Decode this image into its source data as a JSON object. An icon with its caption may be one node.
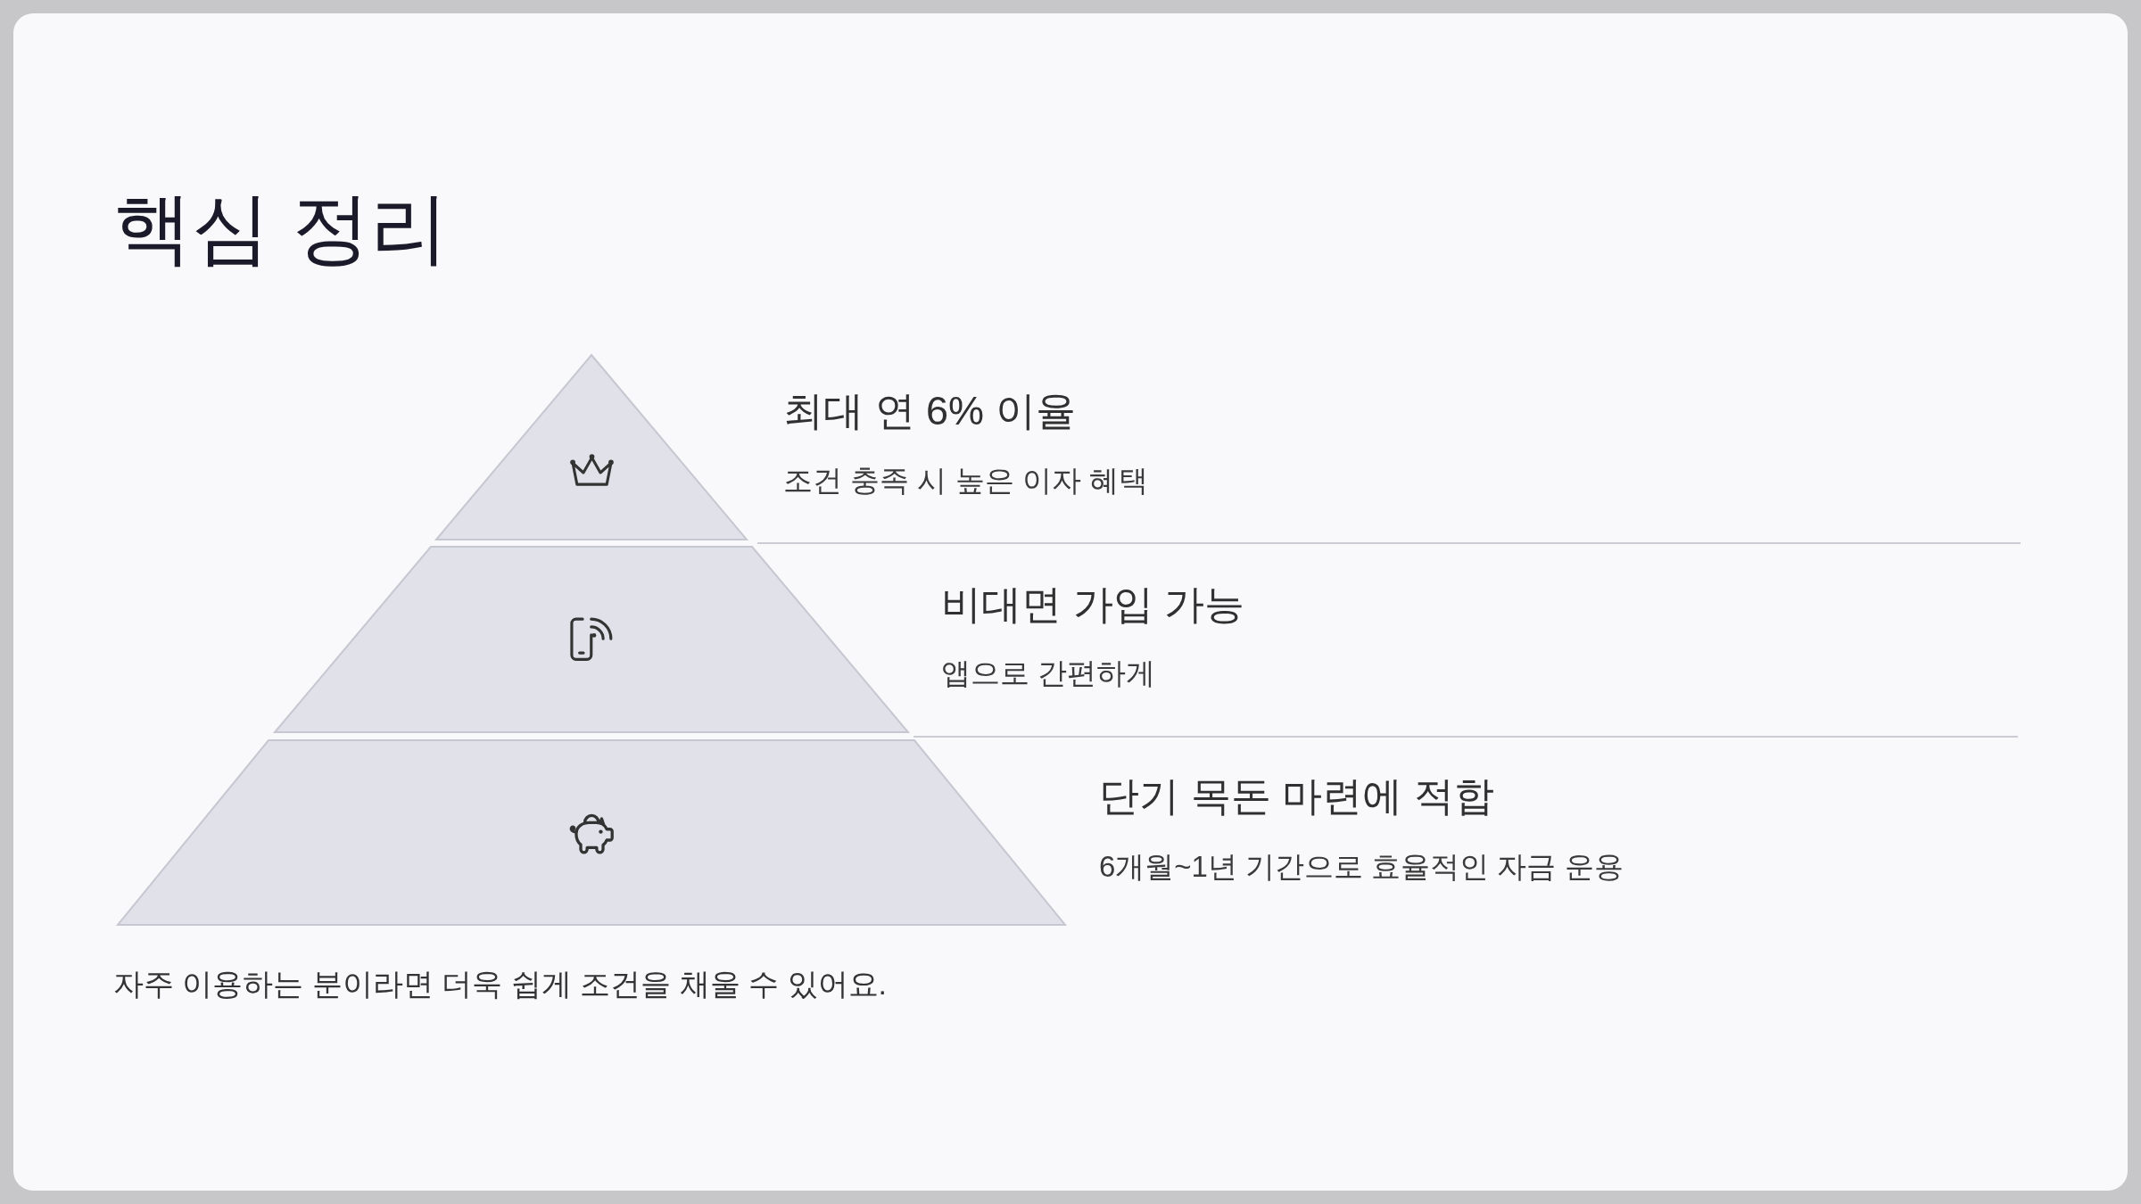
{
  "diagram": {
    "title": "핵심 정리",
    "nodes": [
      {
        "text": [],
        "shape": "triangle",
        "beside": [
          "최대 연 6% 이율",
          "조건 충족 시 높은 이자 혜택"
        ]
      },
      {
        "text": [],
        "shape": "trapezoid",
        "beside": [
          "비대면 가입 가능",
          "앱으로 간편하게"
        ]
      },
      {
        "text": [],
        "shape": "trapezoid",
        "beside": [
          "단기 목돈 마련에 적합",
          "6개월~1년 기간으로 효율적인 자금 운용"
        ]
      }
    ],
    "labels": [
      "자주 이용하는 분이라면 더욱 쉽게 조건을 채울 수 있어요."
    ]
  }
}
